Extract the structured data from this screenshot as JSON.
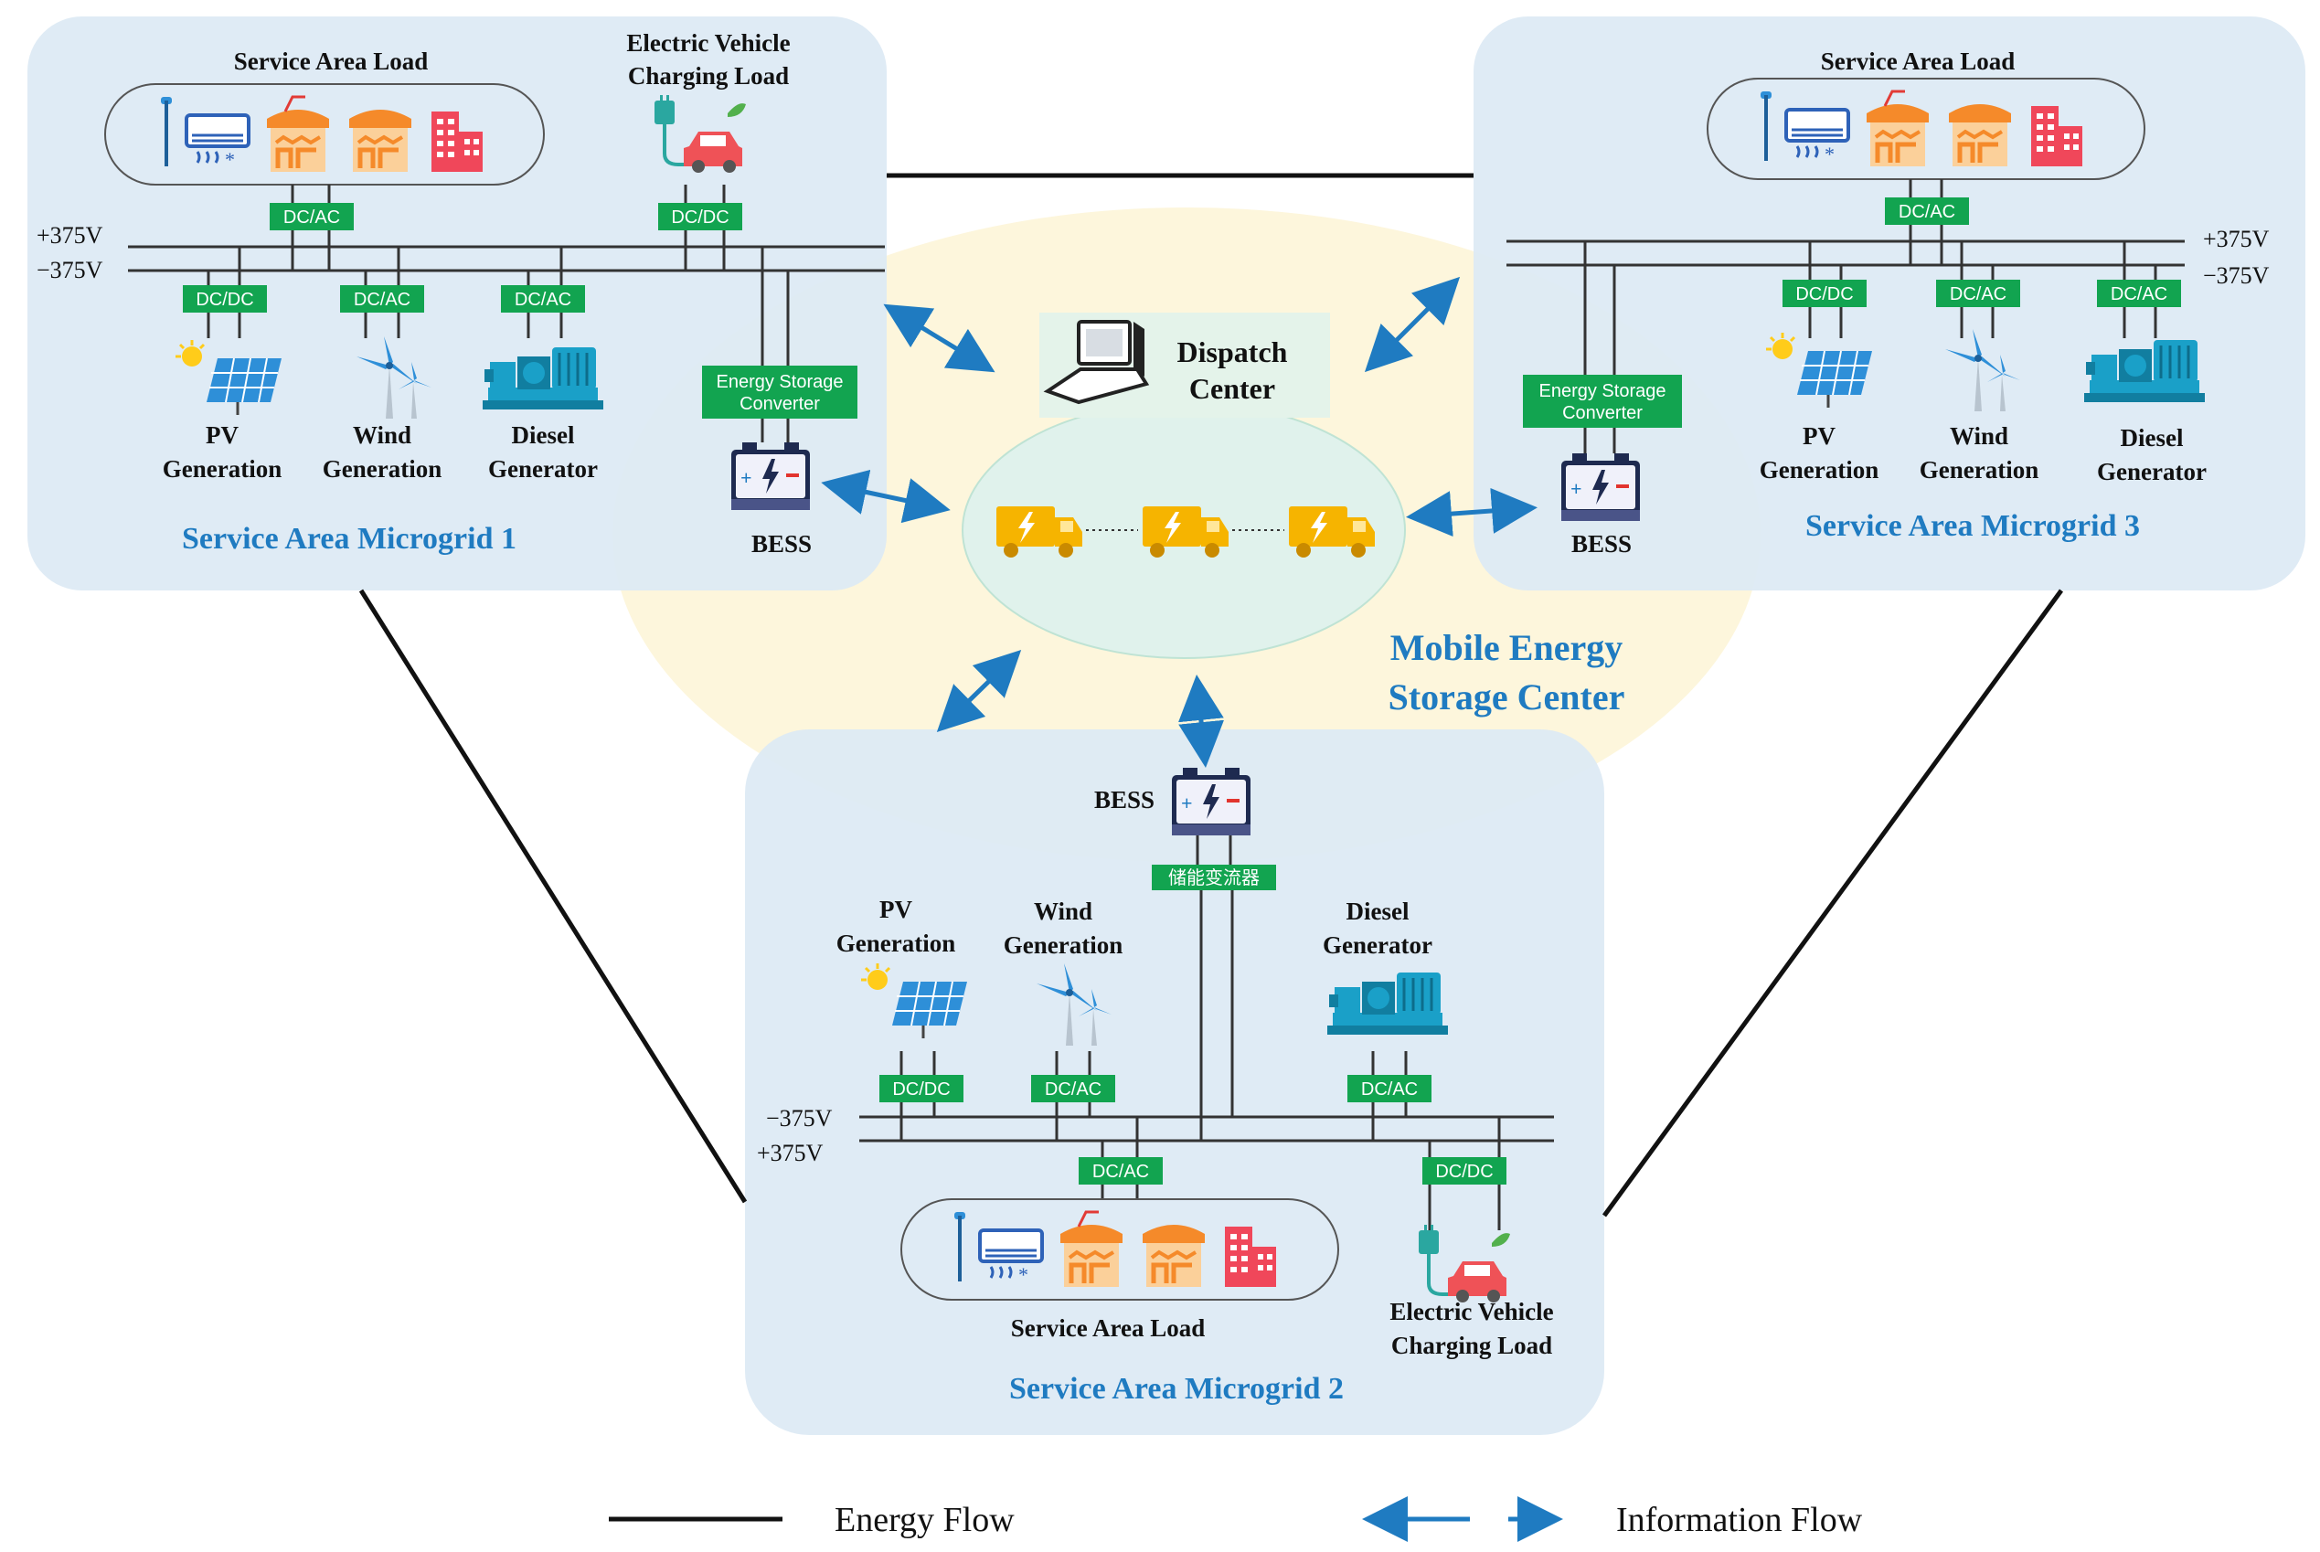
{
  "microgrids": {
    "mg1": {
      "title": "Service Area Microgrid 1",
      "load_label": "Service Area Load",
      "ev_label_line1": "Electric Vehicle",
      "ev_label_line2": "Charging Load",
      "voltage_pos": "+375V",
      "voltage_neg": "−375V",
      "conv_load": "DC/AC",
      "conv_ev": "DC/DC",
      "conv_pv": "DC/DC",
      "conv_wind": "DC/AC",
      "conv_diesel": "DC/AC",
      "pv_line1": "PV",
      "pv_line2": "Generation",
      "wind_line1": "Wind",
      "wind_line2": "Generation",
      "diesel_line1": "Diesel",
      "diesel_line2": "Generator",
      "esc_line1": "Energy Storage",
      "esc_line2": "Converter",
      "bess_label": "BESS"
    },
    "mg2": {
      "title": "Service Area Microgrid 2",
      "load_label": "Service Area Load",
      "ev_label_line1": "Electric Vehicle",
      "ev_label_line2": "Charging Load",
      "voltage_neg": "−375V",
      "voltage_pos": "+375V",
      "conv_pv": "DC/DC",
      "conv_wind": "DC/AC",
      "conv_diesel": "DC/AC",
      "conv_load": "DC/AC",
      "conv_ev": "DC/DC",
      "pv_line1": "PV",
      "pv_line2": "Generation",
      "wind_line1": "Wind",
      "wind_line2": "Generation",
      "diesel_line1": "Diesel",
      "diesel_line2": "Generator",
      "esc_label": "储能变流器",
      "bess_label": "BESS"
    },
    "mg3": {
      "title": "Service Area Microgrid 3",
      "load_label": "Service Area Load",
      "voltage_pos": "+375V",
      "voltage_neg": "−375V",
      "conv_load": "DC/AC",
      "conv_pv": "DC/DC",
      "conv_wind": "DC/AC",
      "conv_diesel": "DC/AC",
      "pv_line1": "PV",
      "pv_line2": "Generation",
      "wind_line1": "Wind",
      "wind_line2": "Generation",
      "diesel_line1": "Diesel",
      "diesel_line2": "Generator",
      "esc_line1": "Energy Storage",
      "esc_line2": "Converter",
      "bess_label": "BESS"
    }
  },
  "center": {
    "dispatch_line1": "Dispatch",
    "dispatch_line2": "Center",
    "mobile_line1": "Mobile Energy",
    "mobile_line2": "Storage Center"
  },
  "legend": {
    "energy_flow": "Energy Flow",
    "information_flow": "Information Flow"
  },
  "colors": {
    "microgrid_fill": "#dde9f4",
    "mobile_center_fill": "#fdf6dc",
    "truck_zone_fill": "#e0f2ec",
    "converter_green": "#12a450",
    "arrow_blue": "#1f7bc1",
    "title_blue": "#1f7bc1",
    "truck_orange": "#f6b400"
  }
}
